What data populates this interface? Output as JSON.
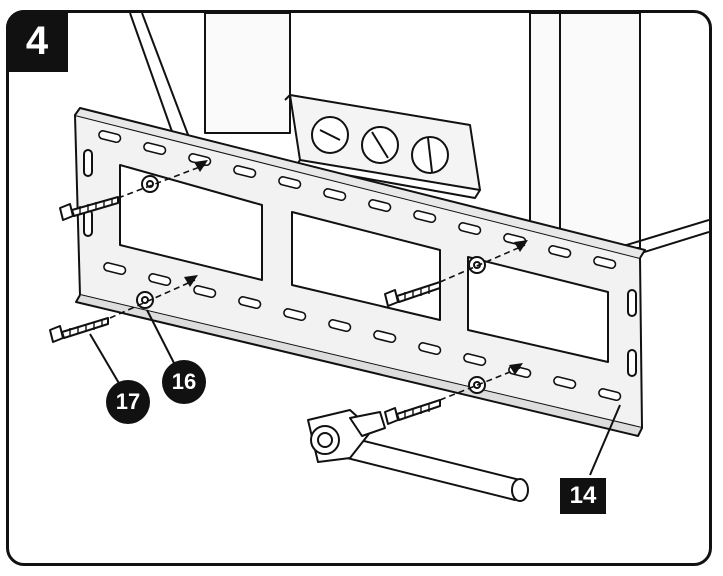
{
  "step_number": "4",
  "callouts": {
    "washer": "16",
    "lag_bolt": "17",
    "wall_plate": "14"
  },
  "colors": {
    "outline": "#111111",
    "bracket": "#f2f2f2",
    "wall": "#fafafa",
    "shadow": "#cfcfcf"
  }
}
